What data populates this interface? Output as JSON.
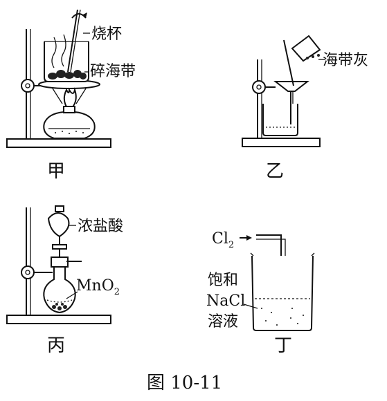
{
  "figure": {
    "caption": "图 10-11"
  },
  "panels": {
    "jia": {
      "name": "甲",
      "labels": {
        "beaker": "烧杯",
        "kelp": "碎海带"
      }
    },
    "yi": {
      "name": "乙",
      "labels": {
        "ash": "海带灰"
      }
    },
    "bing": {
      "name": "丙",
      "labels": {
        "acid": "浓盐酸",
        "mno2_main": "MnO",
        "mno2_sub": "2"
      }
    },
    "ding": {
      "name": "丁",
      "labels": {
        "gas_main": "Cl",
        "gas_sub": "2",
        "solution_line1": "饱和",
        "solution_line2": "NaCl",
        "solution_line3": "溶液"
      }
    }
  }
}
